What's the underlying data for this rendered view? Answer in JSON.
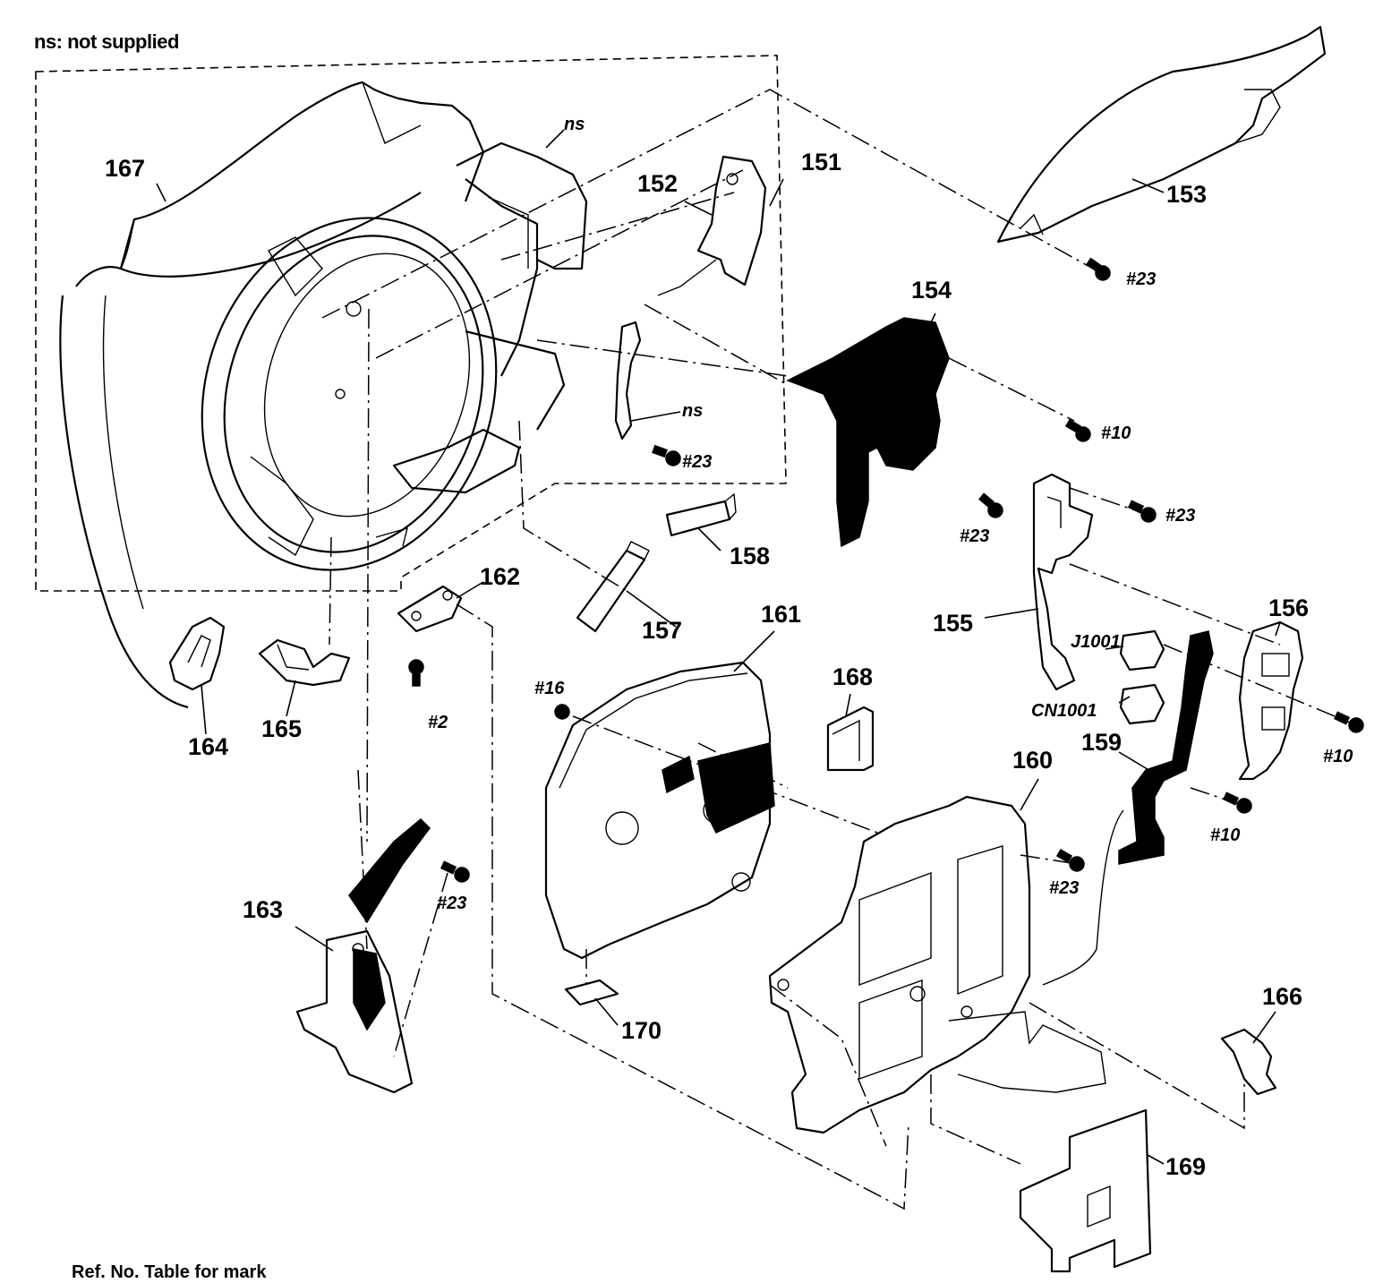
{
  "diagram": {
    "legend_note": "ns: not supplied",
    "footer_note": "Ref. No. Table for mark",
    "callouts": {
      "c151": "151",
      "c152": "152",
      "c153": "153",
      "c154": "154",
      "c155": "155",
      "c156": "156",
      "c157": "157",
      "c158": "158",
      "c159": "159",
      "c160": "160",
      "c161": "161",
      "c162": "162",
      "c163": "163",
      "c164": "164",
      "c165": "165",
      "c166": "166",
      "c167": "167",
      "c168": "168",
      "c169": "169",
      "c170": "170"
    },
    "screws": {
      "s23a": "#23",
      "s23b": "#23",
      "s23c": "#23",
      "s23d": "#23",
      "s23e": "#23",
      "s23f": "#23",
      "s10a": "#10",
      "s10b": "#10",
      "s10c": "#10",
      "s16": "#16",
      "s2": "#2"
    },
    "ns_labels": {
      "ns1": "ns",
      "ns2": "ns"
    },
    "connectors": {
      "j1001": "J1001",
      "cn1001": "CN1001"
    }
  }
}
